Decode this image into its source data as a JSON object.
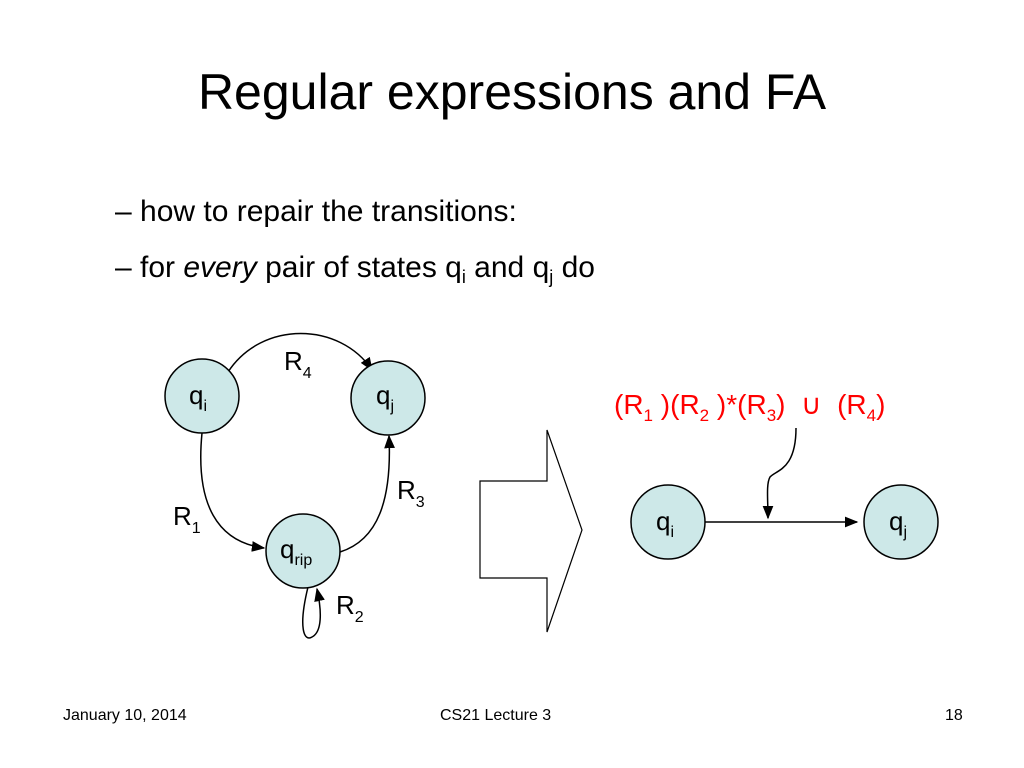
{
  "slide": {
    "title": "Regular expressions and FA",
    "bullet1": "– how to repair the transitions:",
    "bullet2": {
      "prefix": "– for ",
      "emph": "every",
      "mid": " pair of states q",
      "sub_i": "i",
      "and": " and q",
      "sub_j": "j",
      "suffix": " do"
    }
  },
  "diagram": {
    "left": {
      "states": [
        {
          "base": "q",
          "sub": "i"
        },
        {
          "base": "q",
          "sub": "j"
        },
        {
          "base": "q",
          "sub": "rip"
        }
      ],
      "edge_labels": [
        {
          "base": "R",
          "sub": "4"
        },
        {
          "base": "R",
          "sub": "1"
        },
        {
          "base": "R",
          "sub": "3"
        },
        {
          "base": "R",
          "sub": "2"
        }
      ]
    },
    "right": {
      "states": [
        {
          "base": "q",
          "sub": "i"
        },
        {
          "base": "q",
          "sub": "j"
        }
      ],
      "expression": {
        "p1": "(R",
        "s1": "1",
        "p2": " )(R",
        "s2": "2",
        "p3": " )*(R",
        "s3": "3",
        "p4": ")  ∪  (R",
        "s4": "4",
        "p5": ")"
      }
    },
    "colors": {
      "node_fill": "#cde8e8",
      "expression": "#ff0000"
    }
  },
  "footer": {
    "date": "January 10,  2014",
    "course": "CS21 Lecture 3",
    "page": "18"
  }
}
